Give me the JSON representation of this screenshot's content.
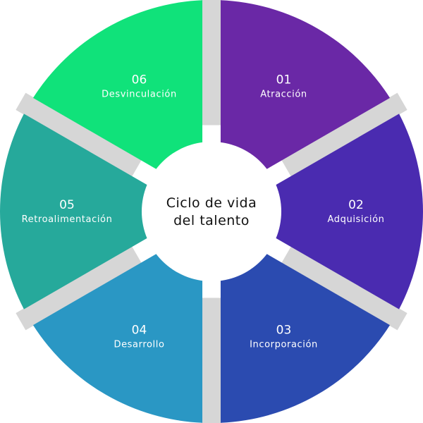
{
  "center": {
    "line1": "Ciclo de vida",
    "line2": "del talento"
  },
  "stages": [
    {
      "number": "01",
      "label": "Atracción",
      "color": "#6A28A6"
    },
    {
      "number": "02",
      "label": "Adquisición",
      "color": "#4A2BB0"
    },
    {
      "number": "03",
      "label": "Incorporación",
      "color": "#2B4BB0"
    },
    {
      "number": "04",
      "label": "Desarrollo",
      "color": "#2A97C4"
    },
    {
      "number": "05",
      "label": "Retroalimentación",
      "color": "#26A99B"
    },
    {
      "number": "06",
      "label": "Desvinculación",
      "color": "#10E27A"
    }
  ],
  "connector_color": "#D6D6D6"
}
